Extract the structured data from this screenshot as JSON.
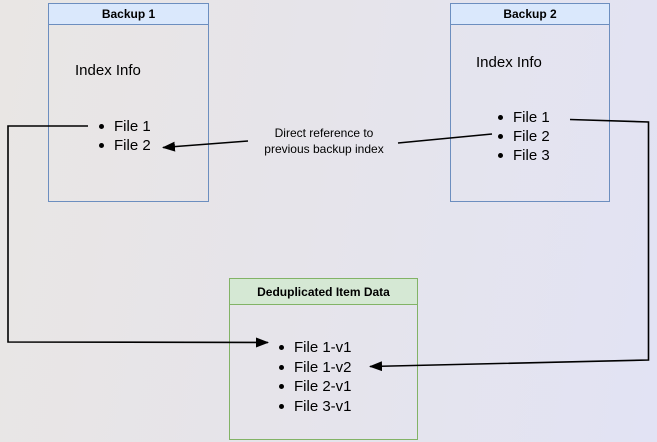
{
  "diagram": {
    "backup1": {
      "title": "Backup 1",
      "body_label": "Index Info",
      "files": [
        "File 1",
        "File 2"
      ]
    },
    "backup2": {
      "title": "Backup 2",
      "body_label": "Index Info",
      "files": [
        "File 1",
        "File 2",
        "File 3"
      ]
    },
    "dedup": {
      "title": "Deduplicated Item Data",
      "items": [
        "File 1-v1",
        "File 1-v2",
        "File 2-v1",
        "File 3-v1"
      ]
    },
    "edge_label": {
      "line1": "Direct reference to",
      "line2": "previous backup index"
    },
    "colors": {
      "backup_header_fill": "#dae8fc",
      "backup_border": "#6c8ebf",
      "dedup_header_fill": "#d5e8d4",
      "dedup_border": "#82b366",
      "arrow": "#000000",
      "background_left": "#e9e6e4",
      "background_right": "#e2e3f4"
    }
  }
}
